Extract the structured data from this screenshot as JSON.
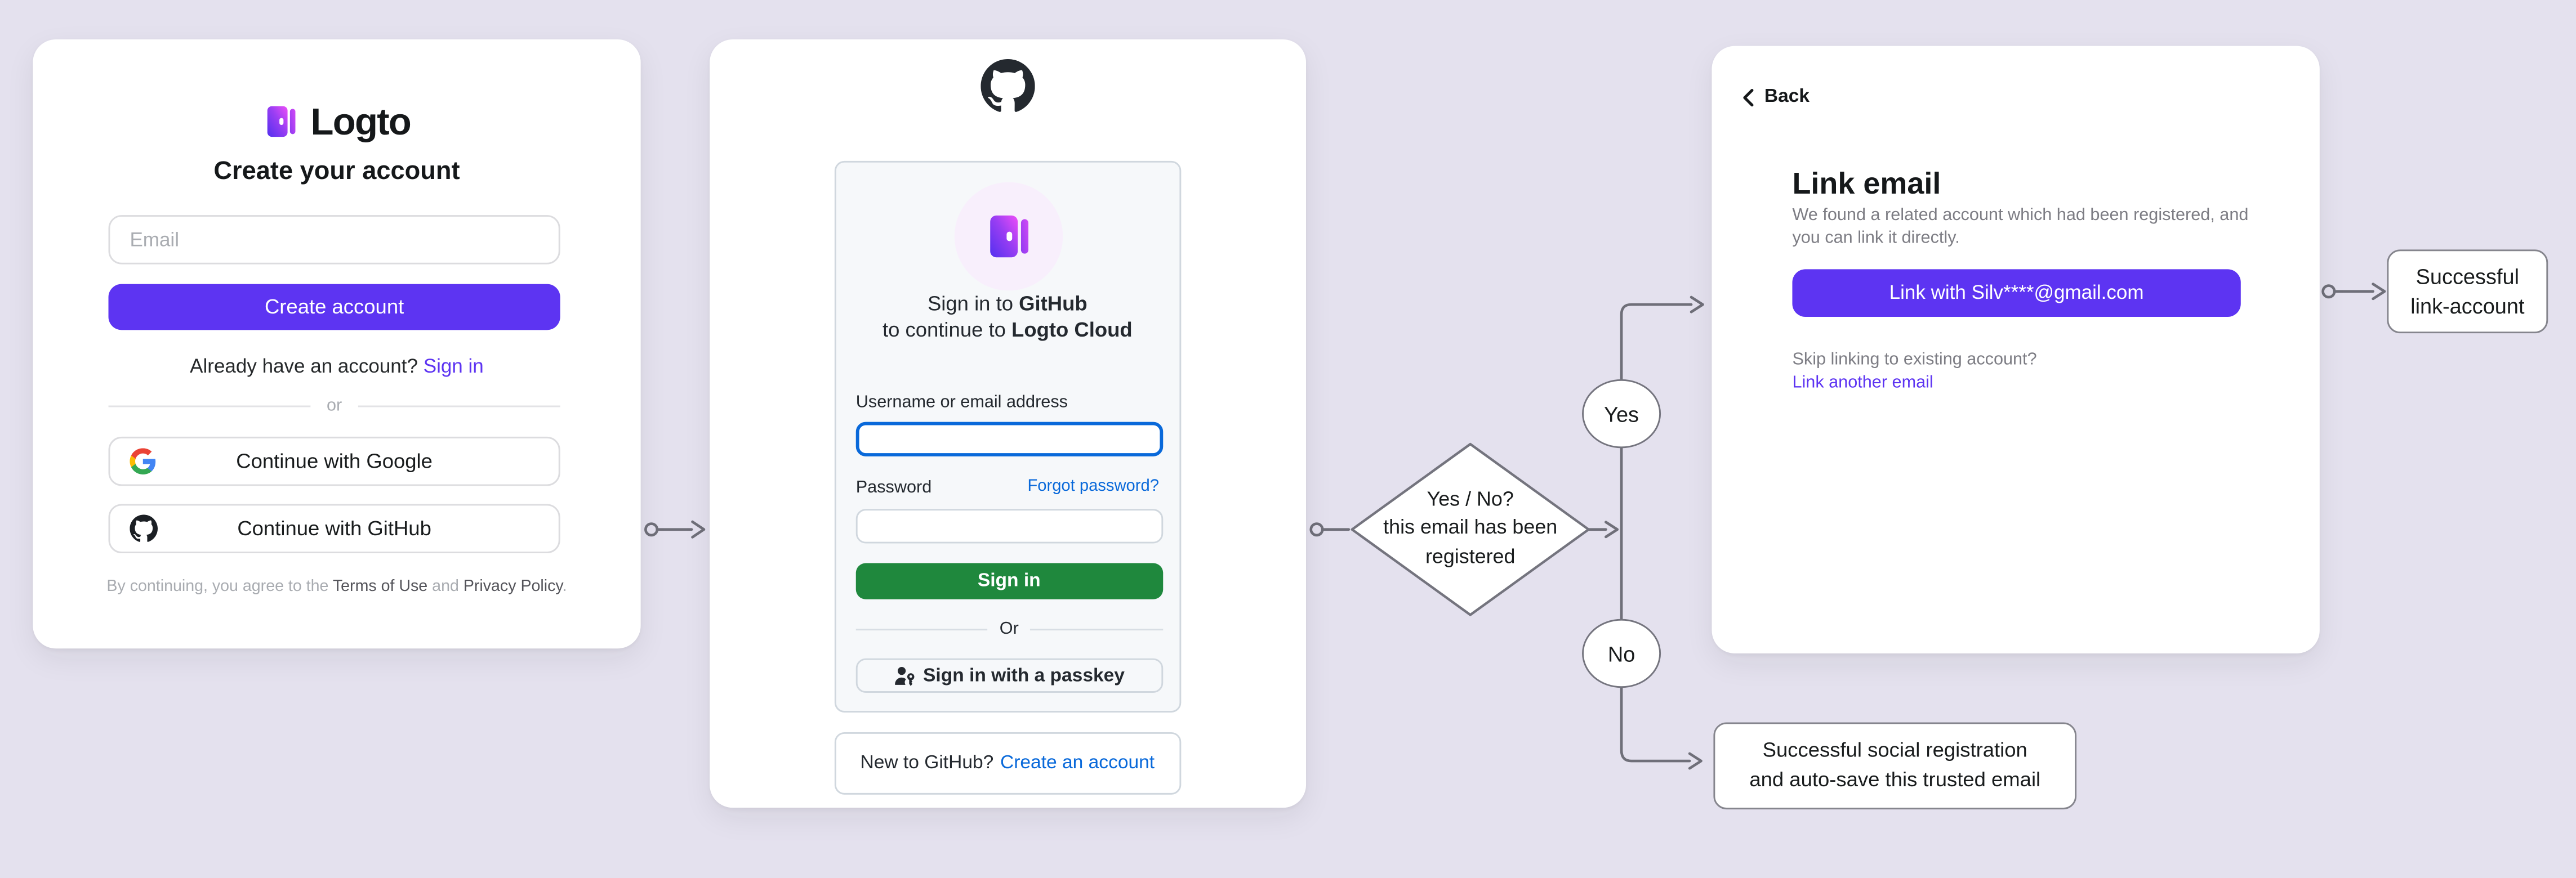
{
  "colors": {
    "background": "#e4e1ee",
    "logto_purple": "#5d34f2",
    "github_green": "#1f883d",
    "github_blue": "#0969da",
    "flow_line": "#6f6f79"
  },
  "signup": {
    "brand": "Logto",
    "title": "Create your account",
    "email_placeholder": "Email",
    "email_value": "",
    "create_button": "Create account",
    "have_account": "Already have an account?",
    "sign_in_link": "Sign in",
    "divider": "or",
    "google_button": "Continue with Google",
    "github_button": "Continue with GitHub",
    "terms_prefix": "By continuing, you agree to the ",
    "terms_of_use": "Terms of Use",
    "terms_and": " and ",
    "privacy_policy": "Privacy Policy",
    "terms_period": "."
  },
  "github": {
    "signin_prefix": "Sign in to ",
    "signin_brand": "GitHub",
    "continue_prefix": "to continue to ",
    "continue_brand": "Logto Cloud",
    "username_label": "Username or email address",
    "username_value": "",
    "password_label": "Password",
    "password_value": "",
    "forgot_link": "Forgot password?",
    "signin_button": "Sign in",
    "or_divider": "Or",
    "passkey_button": "Sign in with a passkey",
    "new_prompt": "New to GitHub?",
    "create_link": "Create an account"
  },
  "link_email": {
    "back": "Back",
    "title": "Link email",
    "description_line1": "We found a related account which had been registered, and",
    "description_line2": "you can link it directly.",
    "link_button": "Link with Silv****@gmail.com",
    "skip_question": "Skip linking to existing account?",
    "link_another": "Link another email"
  },
  "flow": {
    "decision_line1": "Yes / No?",
    "decision_line2": "this email has been",
    "decision_line3": "registered",
    "yes": "Yes",
    "no": "No",
    "success_link_line1": "Successful",
    "success_link_line2": "link-account",
    "success_social_line1": "Successful social registration",
    "success_social_line2": "and auto-save this trusted email"
  }
}
